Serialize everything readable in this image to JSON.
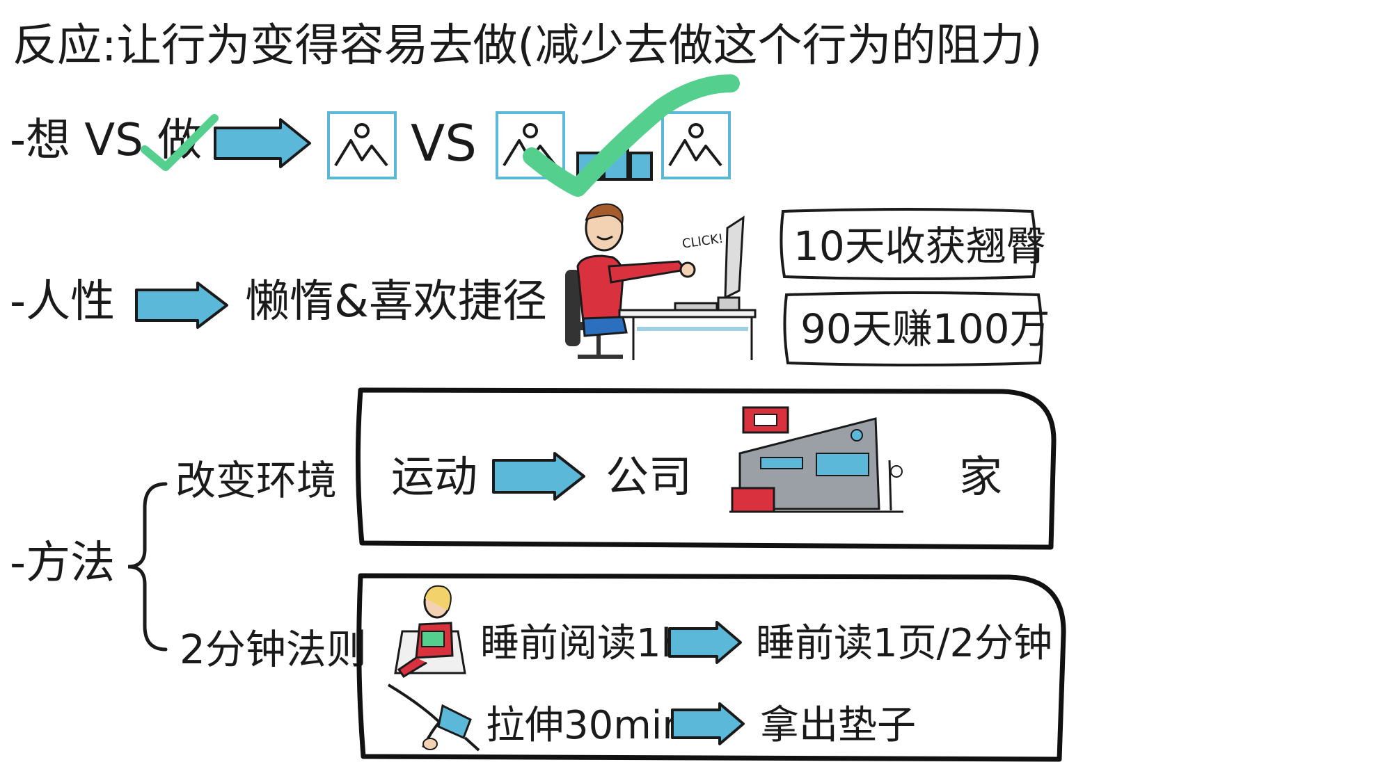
{
  "title": "反应:让行为变得容易去做(减少去做这个行为的阻力)",
  "row1": {
    "label": "-想 VS 做",
    "vs": "VS"
  },
  "row2": {
    "label": "-人性",
    "result": "懒惰&喜欢捷径",
    "click_text": "CLICK!",
    "tag1": "10天收获翘臀",
    "tag2": "90天赚100万"
  },
  "row3": {
    "label": "-方法",
    "branch1": {
      "label": "改变环境",
      "from": "运动",
      "to": "公司",
      "alt": "家"
    },
    "branch2": {
      "label": "2分钟法则",
      "rule1_from": "睡前阅读1h",
      "rule1_to": "睡前读1页/2分钟",
      "rule2_from": "拉伸30min",
      "rule2_to": "拿出垫子"
    }
  },
  "colors": {
    "arrow": "#5bb8d8",
    "check": "#55cf8e",
    "frame": "#5bb8d8"
  },
  "icons": [
    "image-placeholder-icon",
    "check-icon",
    "arrow-right-icon",
    "person-at-computer-icon",
    "gym-building-icon",
    "reading-person-icon",
    "stretching-person-icon"
  ]
}
